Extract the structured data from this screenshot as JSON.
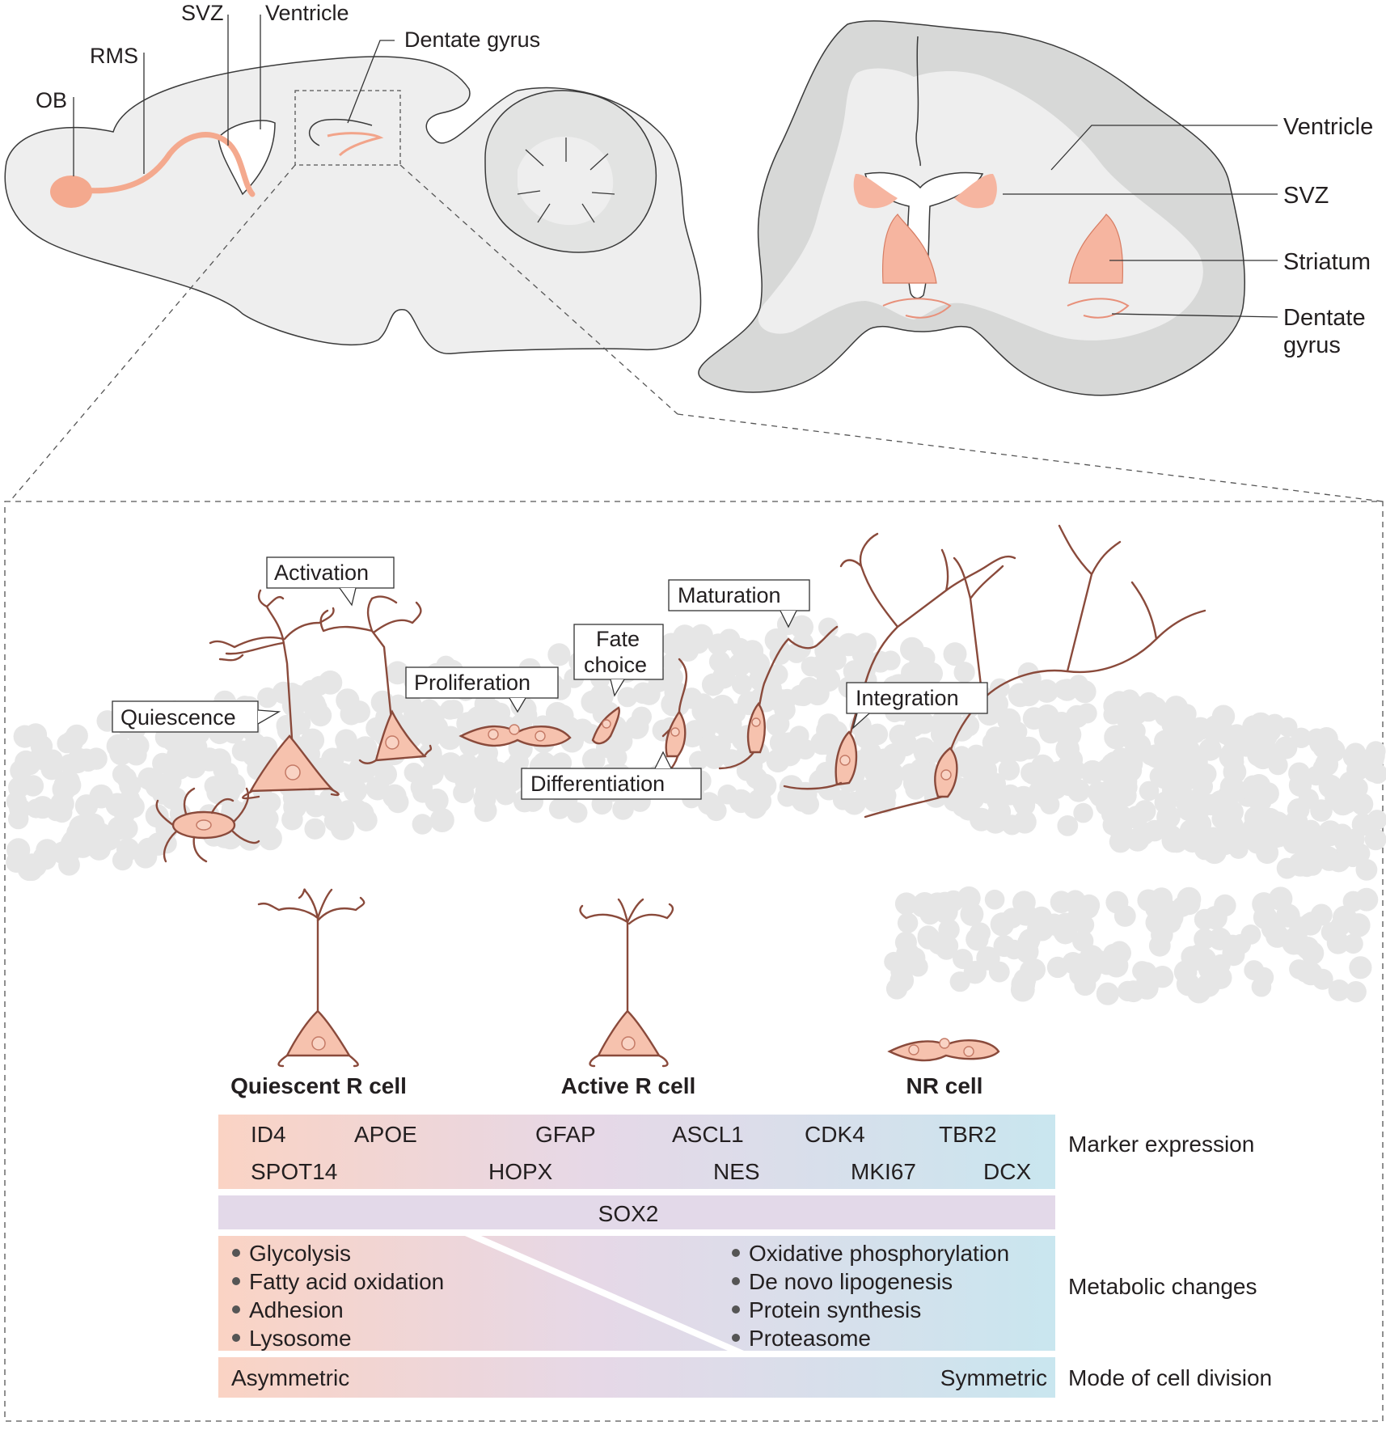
{
  "sagittal": {
    "labels": {
      "svz": "SVZ",
      "ventricle": "Ventricle",
      "dentate_gyrus": "Dentate gyrus",
      "rms": "RMS",
      "ob": "OB"
    }
  },
  "coronal": {
    "labels": {
      "ventricle": "Ventricle",
      "svz": "SVZ",
      "striatum": "Striatum",
      "dentate_gyrus_1": "Dentate",
      "dentate_gyrus_2": "gyrus"
    }
  },
  "lineage": {
    "stages": {
      "activation": "Activation",
      "quiescence": "Quiescence",
      "proliferation": "Proliferation",
      "fate_choice_1": "Fate",
      "fate_choice_2": "choice",
      "maturation": "Maturation",
      "integration": "Integration",
      "differentiation": "Differentiation"
    }
  },
  "cell_types": {
    "quiescent": "Quiescent R cell",
    "active": "Active R cell",
    "nr": "NR cell"
  },
  "table": {
    "markers": [
      "ID4",
      "APOE",
      "GFAP",
      "ASCL1",
      "CDK4",
      "TBR2",
      "SPOT14",
      "HOPX",
      "NES",
      "MKI67",
      "DCX"
    ],
    "sox2": "SOX2",
    "metabolic_left": [
      "Glycolysis",
      "Fatty acid oxidation",
      "Adhesion",
      "Lysosome"
    ],
    "metabolic_right": [
      "Oxidative phosphorylation",
      "De novo lipogenesis",
      "Protein synthesis",
      "Proteasome"
    ],
    "division_left": "Asymmetric",
    "division_right": "Symmetric",
    "row_labels": {
      "markers": "Marker expression",
      "metabolic": "Metabolic changes",
      "division": "Mode of cell division"
    }
  },
  "colors": {
    "salmon": "#f6b5a0",
    "salmon_dark": "#f2a48a",
    "purple": "#e3d9e9",
    "blue": "#c8e6ef",
    "brain_fill": "#eeeeee",
    "grey_matter": "#d7d8d7",
    "cell_outline": "#8a4a3b"
  }
}
